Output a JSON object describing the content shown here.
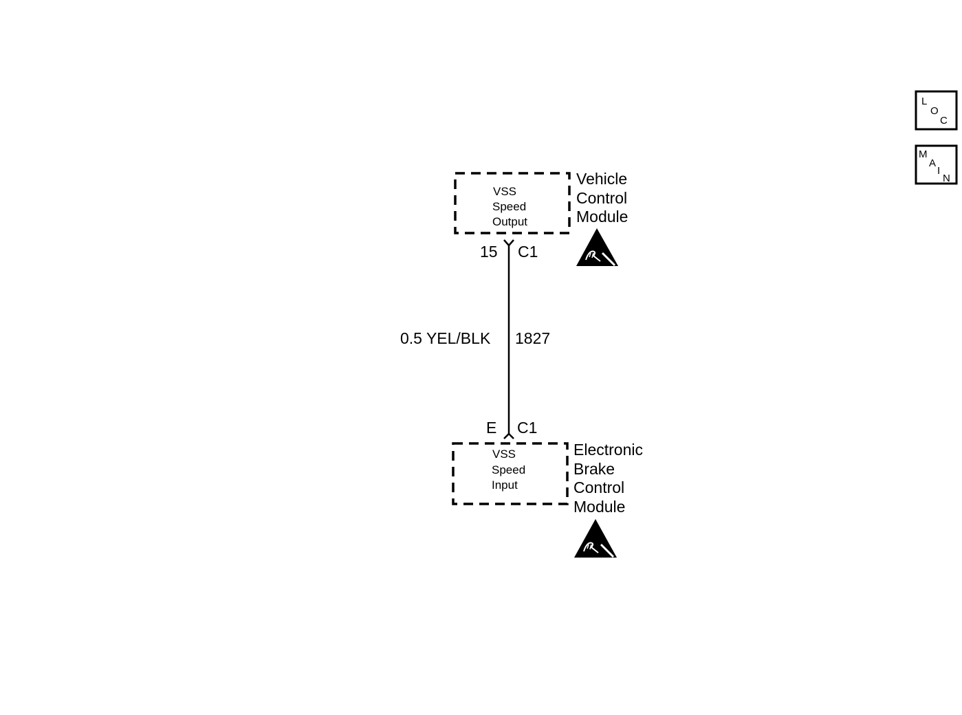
{
  "nav": {
    "loc_letters": [
      "L",
      "O",
      "C"
    ],
    "main_letters": [
      "M",
      "A",
      "I",
      "N"
    ]
  },
  "vcm": {
    "internal_lines": [
      "VSS",
      "Speed",
      "Output"
    ],
    "name_lines": [
      "Vehicle",
      "Control",
      "Module"
    ],
    "pin": "15",
    "connector": "C1",
    "esd_icon": "esd-warning-icon"
  },
  "wire": {
    "label": "0.5 YEL/BLK",
    "circuit": "1827"
  },
  "ebcm": {
    "pin": "E",
    "connector": "C1",
    "internal_lines": [
      "VSS",
      "Speed",
      "Input"
    ],
    "name_lines": [
      "Electronic",
      "Brake",
      "Control",
      "Module"
    ],
    "esd_icon": "esd-warning-icon"
  },
  "colors": {
    "ink": "#000000",
    "background": "#ffffff"
  }
}
